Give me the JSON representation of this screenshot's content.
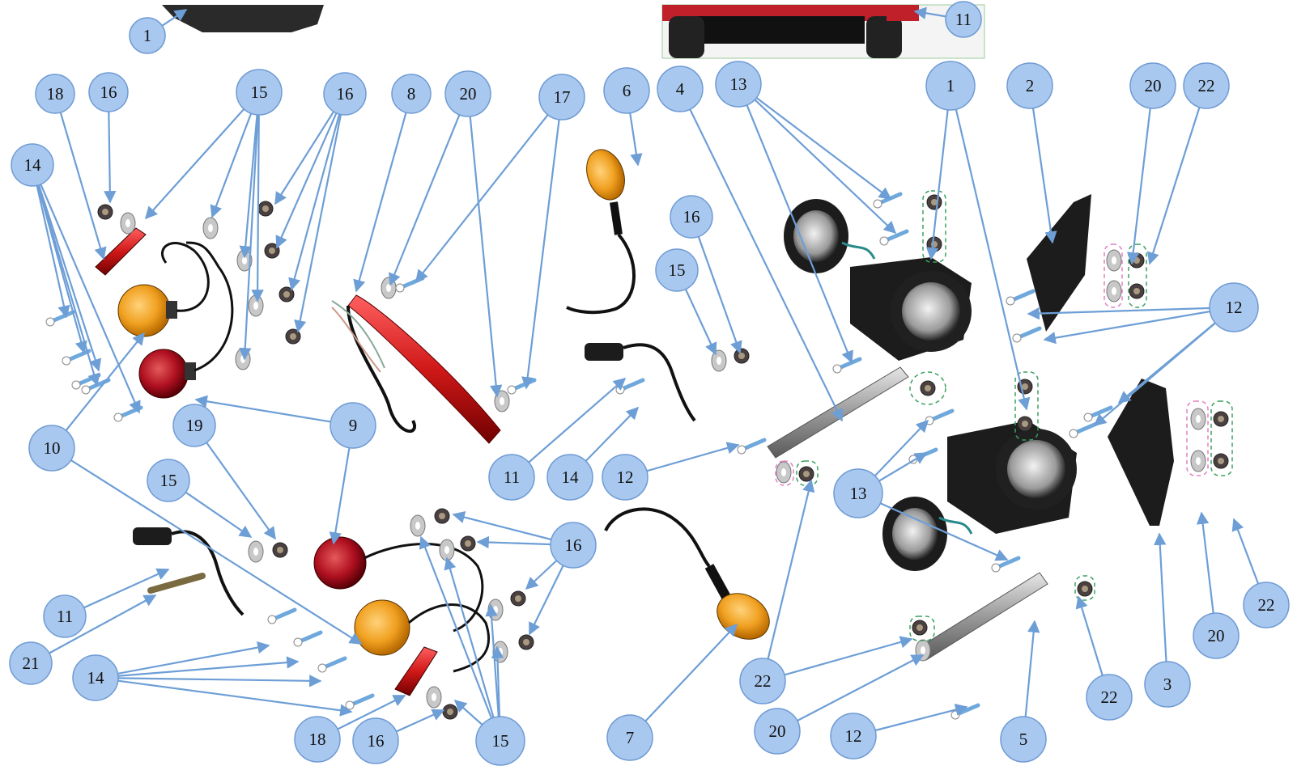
{
  "diagram": {
    "colors": {
      "background": "#ffffff",
      "callout_fill": "#a9c8ef",
      "callout_stroke": "#6f9bd4",
      "leader_line": "#6d9ed6",
      "dark_part": "#1c1c1c",
      "amber_lens": "#f0a020",
      "red_lens": "#b01020",
      "chrome": "#c8c8c8",
      "bolt_blue": "#6fa8dc",
      "cart_red": "#c0202a"
    },
    "callouts": [
      {
        "id": "c-top-1",
        "label": "1"
      },
      {
        "id": "c-top-11",
        "label": "11"
      },
      {
        "id": "c-18a",
        "label": "18"
      },
      {
        "id": "c-16a",
        "label": "16"
      },
      {
        "id": "c-15a",
        "label": "15"
      },
      {
        "id": "c-16b",
        "label": "16"
      },
      {
        "id": "c-8",
        "label": "8"
      },
      {
        "id": "c-20a",
        "label": "20"
      },
      {
        "id": "c-17",
        "label": "17"
      },
      {
        "id": "c-6",
        "label": "6"
      },
      {
        "id": "c-4",
        "label": "4"
      },
      {
        "id": "c-13a",
        "label": "13"
      },
      {
        "id": "c-1",
        "label": "1"
      },
      {
        "id": "c-2",
        "label": "2"
      },
      {
        "id": "c-20b",
        "label": "20"
      },
      {
        "id": "c-22a",
        "label": "22"
      },
      {
        "id": "c-14a",
        "label": "14"
      },
      {
        "id": "c-16c",
        "label": "16"
      },
      {
        "id": "c-15b",
        "label": "15"
      },
      {
        "id": "c-12a",
        "label": "12"
      },
      {
        "id": "c-10",
        "label": "10"
      },
      {
        "id": "c-19",
        "label": "19"
      },
      {
        "id": "c-9",
        "label": "9"
      },
      {
        "id": "c-15c",
        "label": "15"
      },
      {
        "id": "c-11a",
        "label": "11"
      },
      {
        "id": "c-14b",
        "label": "14"
      },
      {
        "id": "c-12b",
        "label": "12"
      },
      {
        "id": "c-13b",
        "label": "13"
      },
      {
        "id": "c-16d",
        "label": "16"
      },
      {
        "id": "c-11b",
        "label": "11"
      },
      {
        "id": "c-21",
        "label": "21"
      },
      {
        "id": "c-14c",
        "label": "14"
      },
      {
        "id": "c-22b",
        "label": "22"
      },
      {
        "id": "c-20c",
        "label": "20"
      },
      {
        "id": "c-22c",
        "label": "22"
      },
      {
        "id": "c-18b",
        "label": "18"
      },
      {
        "id": "c-16e",
        "label": "16"
      },
      {
        "id": "c-15d",
        "label": "15"
      },
      {
        "id": "c-7",
        "label": "7"
      },
      {
        "id": "c-20d",
        "label": "20"
      },
      {
        "id": "c-12c",
        "label": "12"
      },
      {
        "id": "c-22d",
        "label": "22"
      },
      {
        "id": "c-5",
        "label": "5"
      },
      {
        "id": "c-3",
        "label": "3"
      }
    ]
  }
}
